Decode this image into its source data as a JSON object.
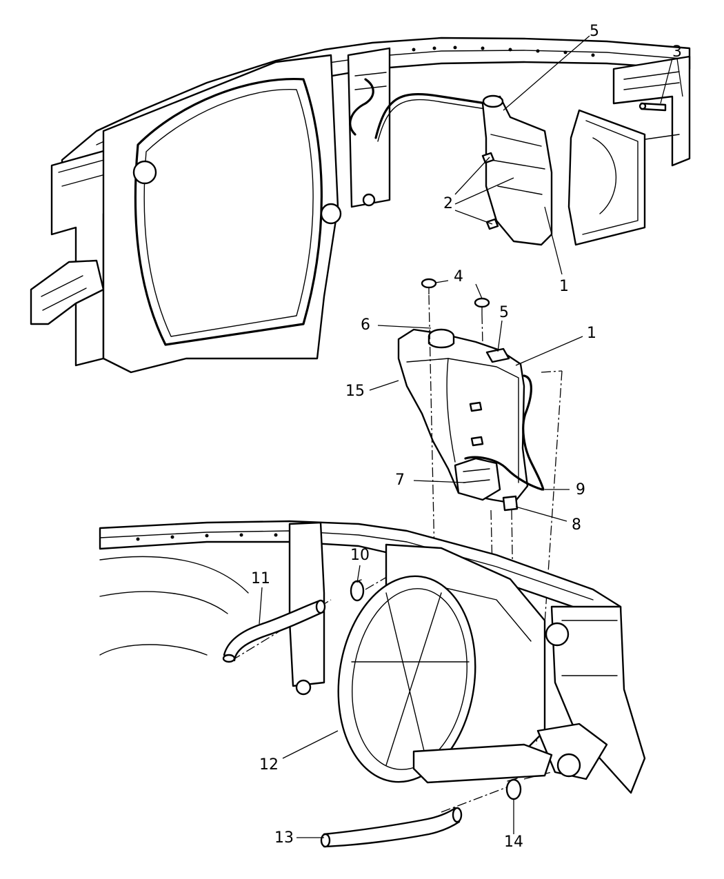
{
  "callouts": {
    "c1_upper": "1",
    "c1_mid": "1",
    "c2": "2",
    "c3": "3",
    "c4": "4",
    "c5_upper": "5",
    "c5_mid": "5",
    "c6": "6",
    "c7": "7",
    "c8": "8",
    "c9": "9",
    "c10": "10",
    "c11": "11",
    "c12": "12",
    "c13": "13",
    "c14": "14",
    "c15": "15"
  },
  "colors": {
    "line": "#000000",
    "background": "#ffffff"
  }
}
